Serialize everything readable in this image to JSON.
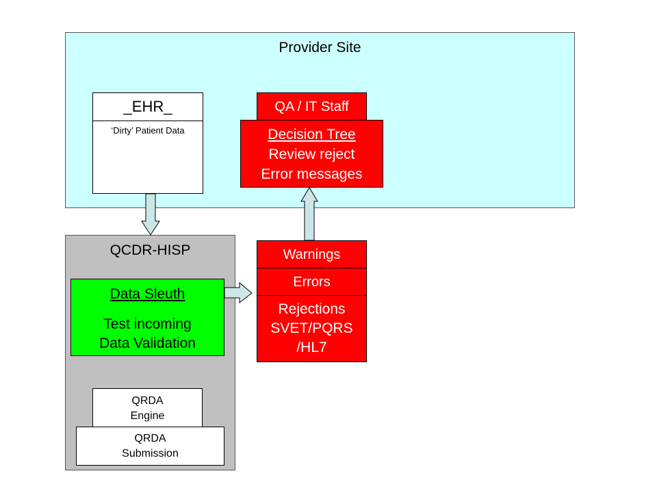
{
  "provider": {
    "title": "Provider Site"
  },
  "ehr": {
    "title": "_EHR_",
    "subtitle": "‘Dirty’ Patient Data"
  },
  "qa": {
    "label": "QA / IT Staff"
  },
  "decision": {
    "line1": "Decision Tree",
    "line2": "Review reject",
    "line3": "Error messages"
  },
  "qcdr": {
    "title": "QCDR-HISP"
  },
  "sleuth": {
    "title": "Data Sleuth",
    "line1": "Test incoming",
    "line2": "Data Validation"
  },
  "qrda_engine": {
    "line1": "QRDA",
    "line2": "Engine"
  },
  "qrda_submission": {
    "line1": "QRDA",
    "line2": "Submission"
  },
  "warnings": {
    "label": "Warnings"
  },
  "errors": {
    "label": "Errors"
  },
  "rejections": {
    "line1": "Rejections",
    "line2": "SVET/PQRS",
    "line3": "/HL7"
  },
  "colors": {
    "provider_bg": "#ccffff",
    "qcdr_bg": "#c0c0c0",
    "red": "#ff0000",
    "green": "#00ff00",
    "arrow": "#cce6e6"
  }
}
